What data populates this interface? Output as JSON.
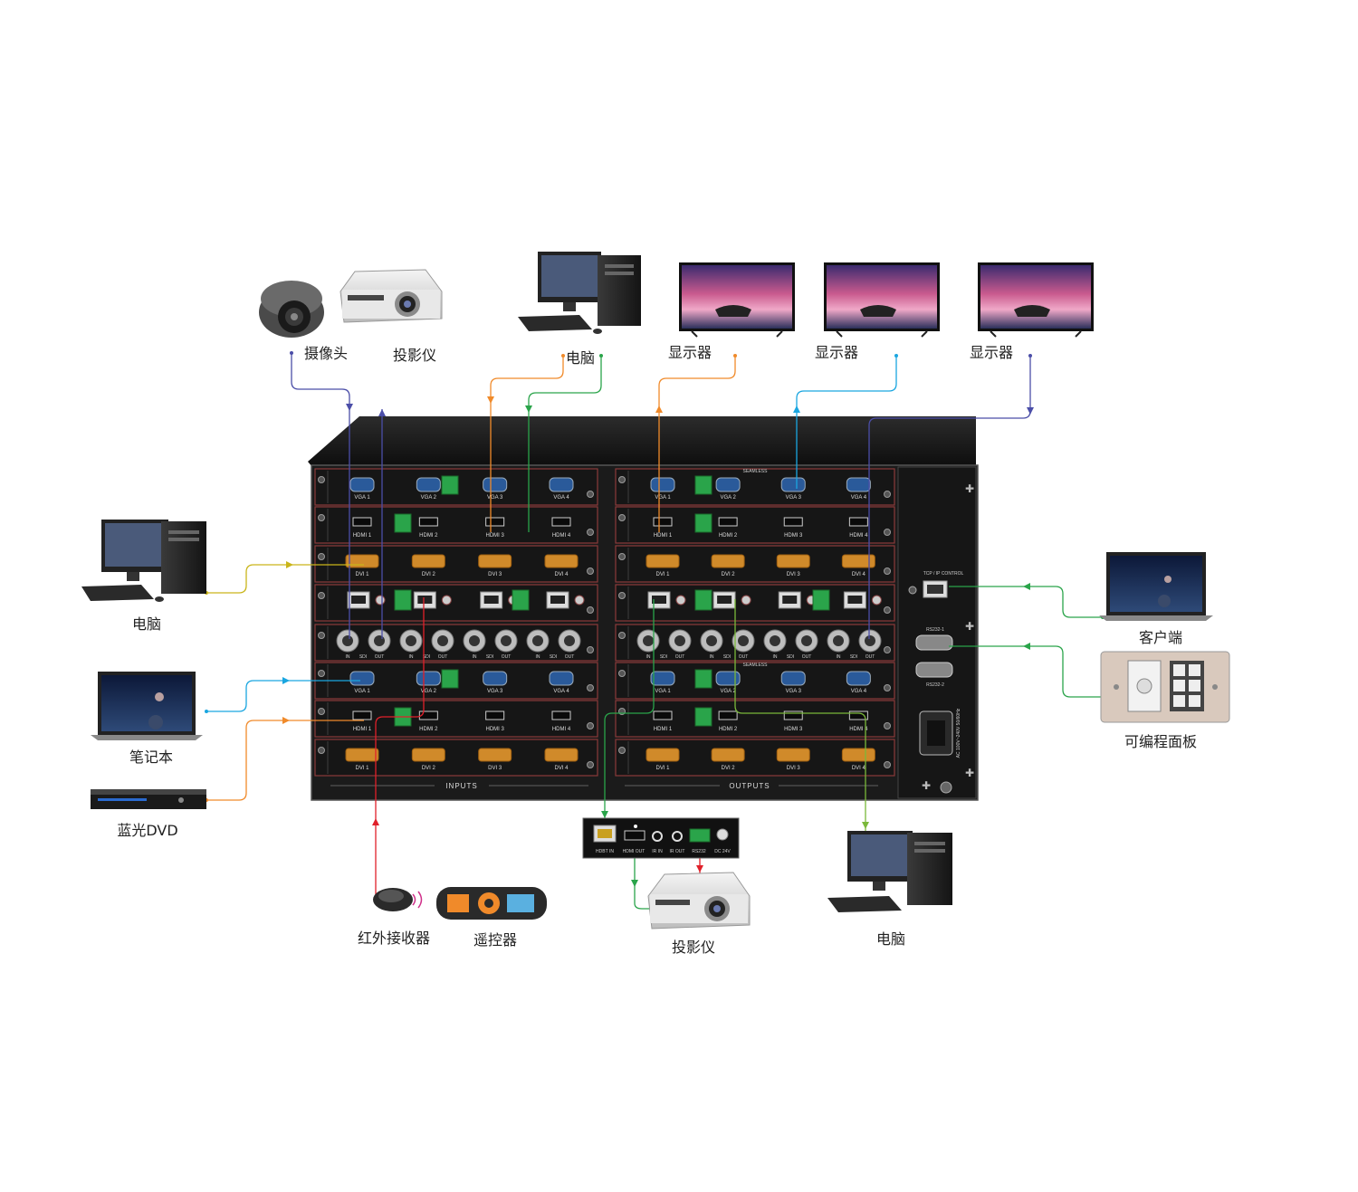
{
  "devices": {
    "camera": "摄像头",
    "projector_top": "投影仪",
    "pc_top": "电脑",
    "monitor_1": "显示器",
    "monitor_2": "显示器",
    "monitor_3": "显示器",
    "pc_left": "电脑",
    "laptop_left": "笔记本",
    "bluray": "蓝光DVD",
    "ir_receiver": "红外接收器",
    "remote": "遥控器",
    "projector_bottom": "投影仪",
    "pc_bottom": "电脑",
    "client": "客户端",
    "panel": "可编程面板"
  },
  "matrix": {
    "inputs_label": "INPUTS",
    "outputs_label": "OUTPUTS",
    "seamless_label": "SEAMLESS",
    "tcp_label": "TCP / IP  CONTROL",
    "rs232_1": "RS232-1",
    "rs232_2": "RS232-2",
    "power_label": "AC 100V~240V 50/60Hz",
    "vga_ports": [
      "VGA 1",
      "VGA 2",
      "VGA 3",
      "VGA 4"
    ],
    "hdmi_ports": [
      "HDMI 1",
      "HDMI 2",
      "HDMI 3",
      "HDMI 4"
    ],
    "dvi_ports": [
      "DVI 1",
      "DVI 2",
      "DVI 3",
      "DVI 4"
    ],
    "sdi_labels": [
      "IN",
      "SDI",
      "OUT"
    ]
  },
  "receiver": {
    "ports": [
      "HDBT IN",
      "HDMI OUT",
      "IR IN",
      "IR OUT",
      "RS232",
      "DC 24V"
    ]
  },
  "colors": {
    "purple": "#4b4ea8",
    "orange": "#f08a2a",
    "green": "#2aa44a",
    "cyan": "#1aa6e0",
    "yellow": "#c9b51a",
    "red": "#e0202a",
    "chassis": "#1b1b1b",
    "slot_trim": "#8a3a3a"
  }
}
